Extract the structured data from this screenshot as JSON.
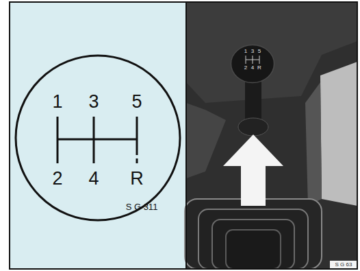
{
  "diagram": {
    "nodes": [
      {
        "text": [
          "1",
          "3",
          "5",
          "2",
          "4",
          "R"
        ]
      },
      {
        "text": [
          "1",
          "3",
          "5",
          "2",
          "4",
          "R"
        ]
      }
    ],
    "labels": [
      "S G 311",
      "S G 63"
    ]
  }
}
